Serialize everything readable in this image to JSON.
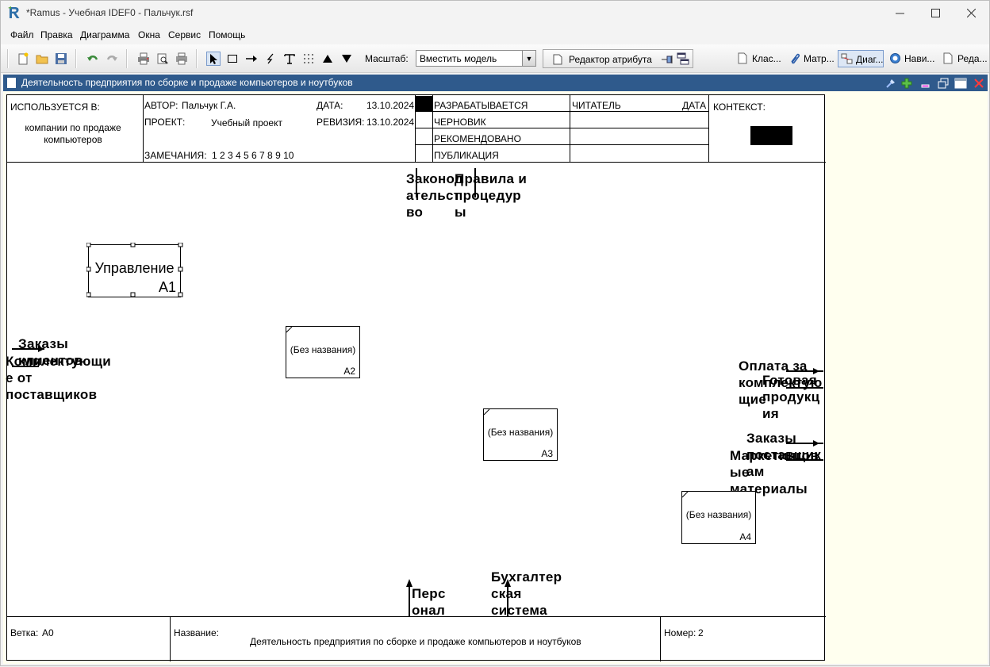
{
  "window": {
    "title": "*Ramus - Учебная IDEF0 - Пальчук.rsf",
    "minimize": "—",
    "maximize": "☐",
    "close": "✕"
  },
  "menu": [
    "Файл",
    "Правка",
    "Диаграмма",
    "Окна",
    "Сервис",
    "Помощь"
  ],
  "toolbar": {
    "scale_label": "Масштаб:",
    "scale_value": "Вместить модель",
    "attr_editor": "Редактор атрибута",
    "right_tabs": [
      "Клас...",
      "Матр...",
      "Диаг...",
      "Нави...",
      "Реда..."
    ],
    "active_right_tab": 2
  },
  "doc_window": {
    "title": "Деятельность предприятия по сборке и продаже компьютеров и ноутбуков"
  },
  "header": {
    "used_in_label": "ИСПОЛЬЗУЕТСЯ В:",
    "used_in_value": "компании по продаже компьютеров",
    "author_label": "АВТОР:",
    "author_value": "Пальчук Г.А.",
    "project_label": "ПРОЕКТ:",
    "project_value": "Учебный проект",
    "date_label": "ДАТА:",
    "date_value": "13.10.2024",
    "revision_label": "РЕВИЗИЯ:",
    "revision_value": "13.10.2024",
    "notes_label": "ЗАМЕЧАНИЯ:",
    "notes_value": "1 2 3 4 5 6 7 8 9 10",
    "status": [
      "РАЗРАБАТЫВАЕТСЯ",
      "ЧЕРНОВИК",
      "РЕКОМЕНДОВАНО",
      "ПУБЛИКАЦИЯ"
    ],
    "reader_label": "ЧИТАТЕЛЬ",
    "reader_date_label": "ДАТА",
    "context_label": "КОНТЕКСТ:"
  },
  "diagram": {
    "boxes": [
      {
        "name": "Управление",
        "number": "A1"
      },
      {
        "name": "(Без названия)",
        "number": "A2"
      },
      {
        "name": "(Без названия)",
        "number": "A3"
      },
      {
        "name": "(Без названия)",
        "number": "A4"
      }
    ],
    "arrow_labels": {
      "law": "Законод\nательст\nво",
      "rules": "Правила и\nпроцедур\nы",
      "orders_clients": "Заказы\nклиентов",
      "components": "Комплектующи\nе от\nпоставщиков",
      "payment": "Оплата за\nкомплектую\nщие",
      "finished": "Готовая\nпродукц\nия",
      "orders_suppliers": "Заказы\nпоставщик\nам",
      "marketing": "Маркетинговые\nматериалы",
      "staff": "Перс\nонал",
      "accounting": "Бухгалтер\nская\nсистема"
    }
  },
  "footer": {
    "branch_label": "Ветка:",
    "branch_value": "A0",
    "name_label": "Название:",
    "name_value": "Деятельность предприятия по сборке и продаже компьютеров и ноутбуков",
    "number_label": "Номер:",
    "number_value": "2"
  }
}
